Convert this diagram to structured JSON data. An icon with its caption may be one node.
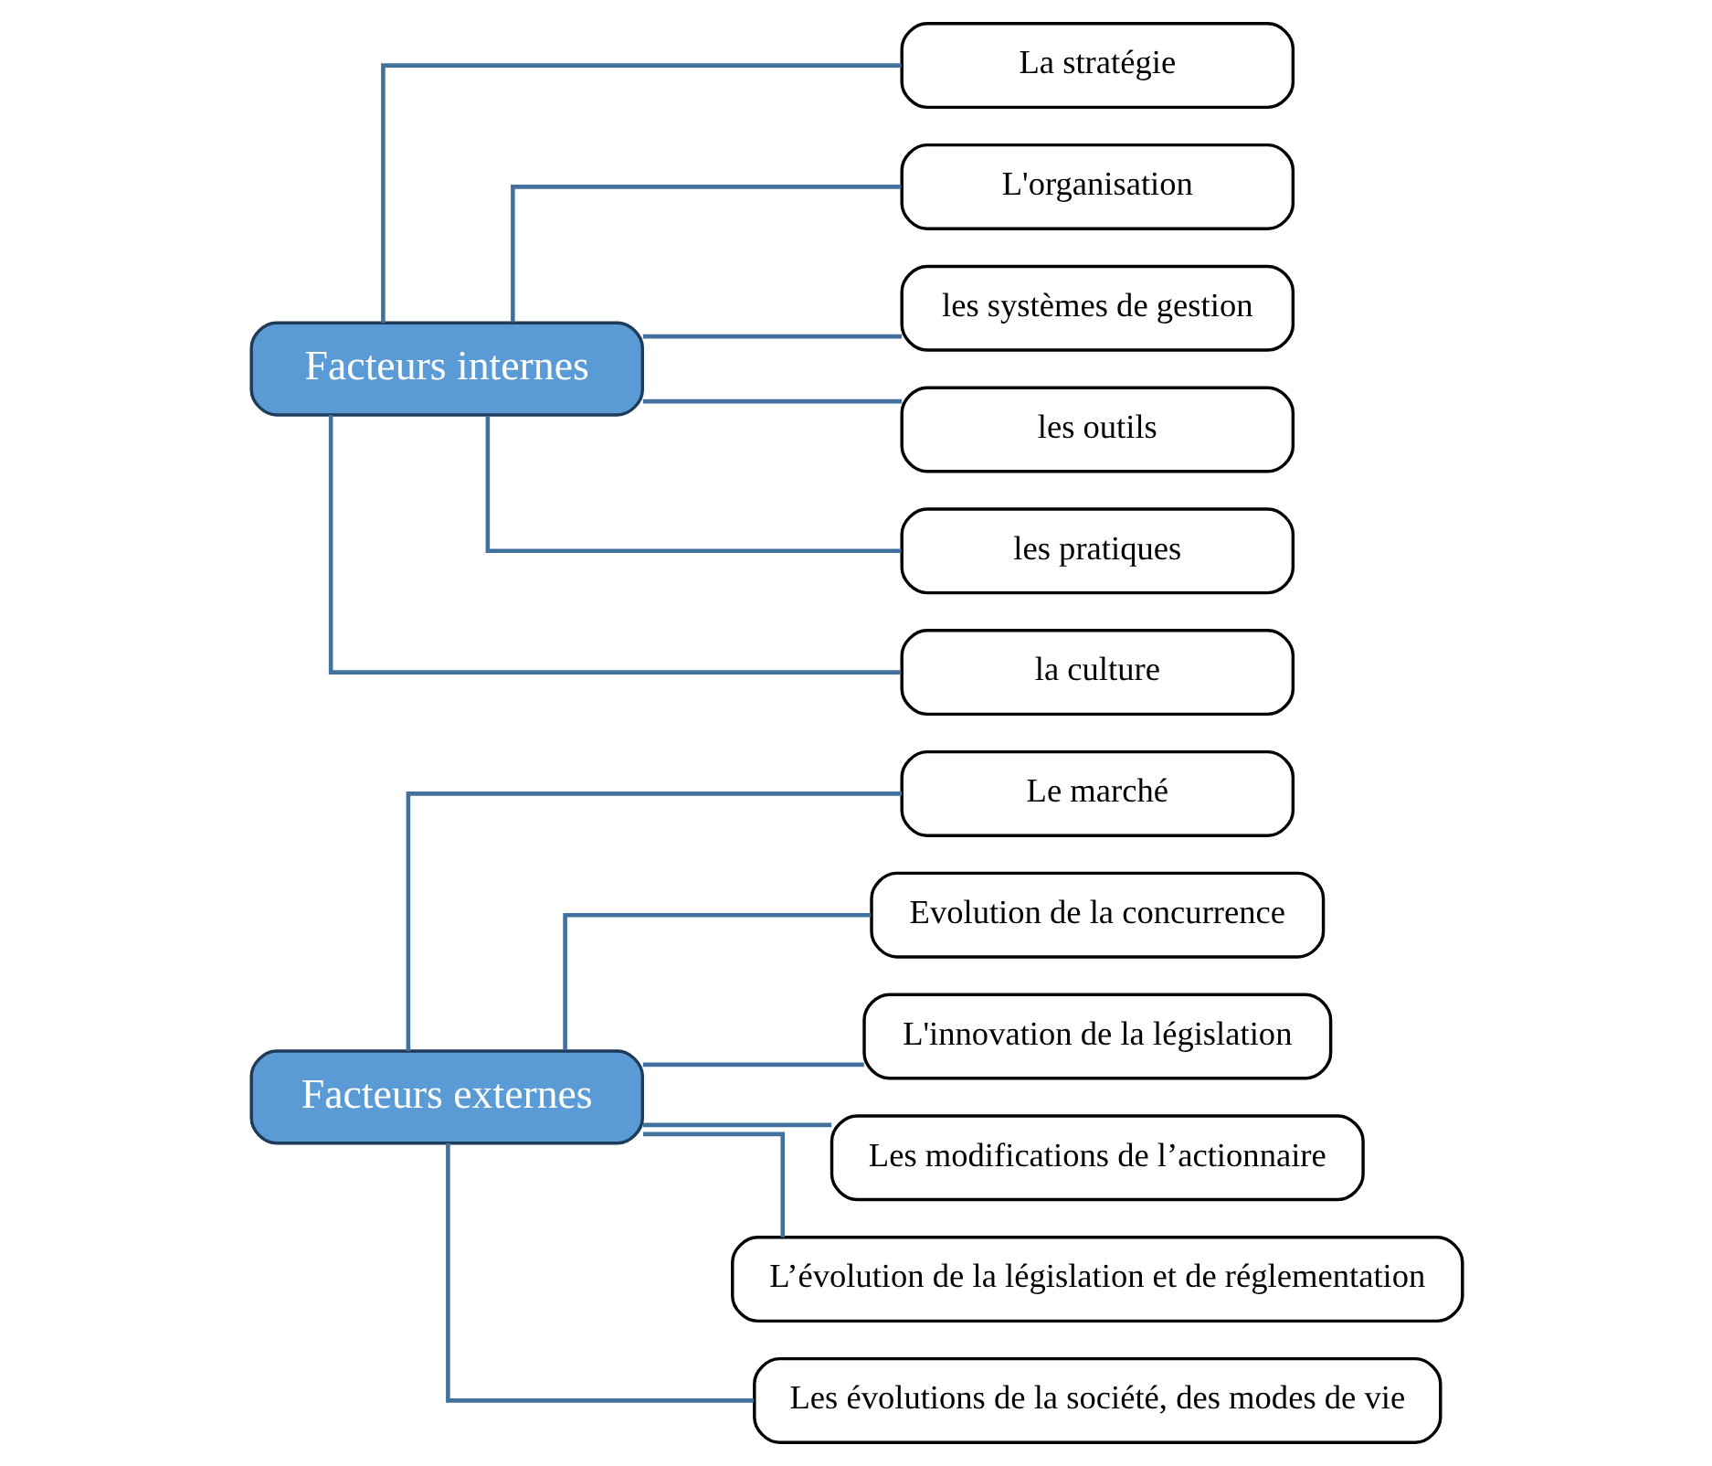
{
  "diagram": {
    "nodes": [
      {
        "text": [
          "Facteurs externes"
        ]
      },
      {
        "text": [
          "Le marché"
        ]
      },
      {
        "text": [
          "Evolution de la concurrence"
        ]
      },
      {
        "text": [
          "L'innovation de la législation"
        ]
      },
      {
        "text": [
          "Les modifications de l’actionnaire"
        ]
      },
      {
        "text": [
          "L’évolution de la législation et de réglementation"
        ]
      },
      {
        "text": [
          "Les évolutions de la société, des modes de vie"
        ]
      },
      {
        "text": [
          "Facteurs internes"
        ]
      },
      {
        "text": [
          "La stratégie"
        ]
      },
      {
        "text": [
          "L'organisation"
        ]
      },
      {
        "text": [
          "les systèmes de gestion"
        ]
      },
      {
        "text": [
          "les outils"
        ]
      },
      {
        "text": [
          "les pratiques"
        ]
      },
      {
        "text": [
          "la culture"
        ]
      }
    ],
    "edges": [
      {
        "from": 0,
        "to": 1,
        "arrow": "none"
      },
      {
        "from": 0,
        "to": 2,
        "arrow": "none"
      },
      {
        "from": 0,
        "to": 3,
        "arrow": "none"
      },
      {
        "from": 0,
        "to": 4,
        "arrow": "none"
      },
      {
        "from": 0,
        "to": 5,
        "arrow": "none"
      },
      {
        "from": 0,
        "to": 6,
        "arrow": "none"
      },
      {
        "from": 7,
        "to": 8,
        "arrow": "none"
      },
      {
        "from": 7,
        "to": 9,
        "arrow": "none"
      },
      {
        "from": 7,
        "to": 10,
        "arrow": "none"
      },
      {
        "from": 7,
        "to": 11,
        "arrow": "none"
      },
      {
        "from": 7,
        "to": 12,
        "arrow": "none"
      },
      {
        "from": 7,
        "to": 13,
        "arrow": "none"
      }
    ]
  }
}
